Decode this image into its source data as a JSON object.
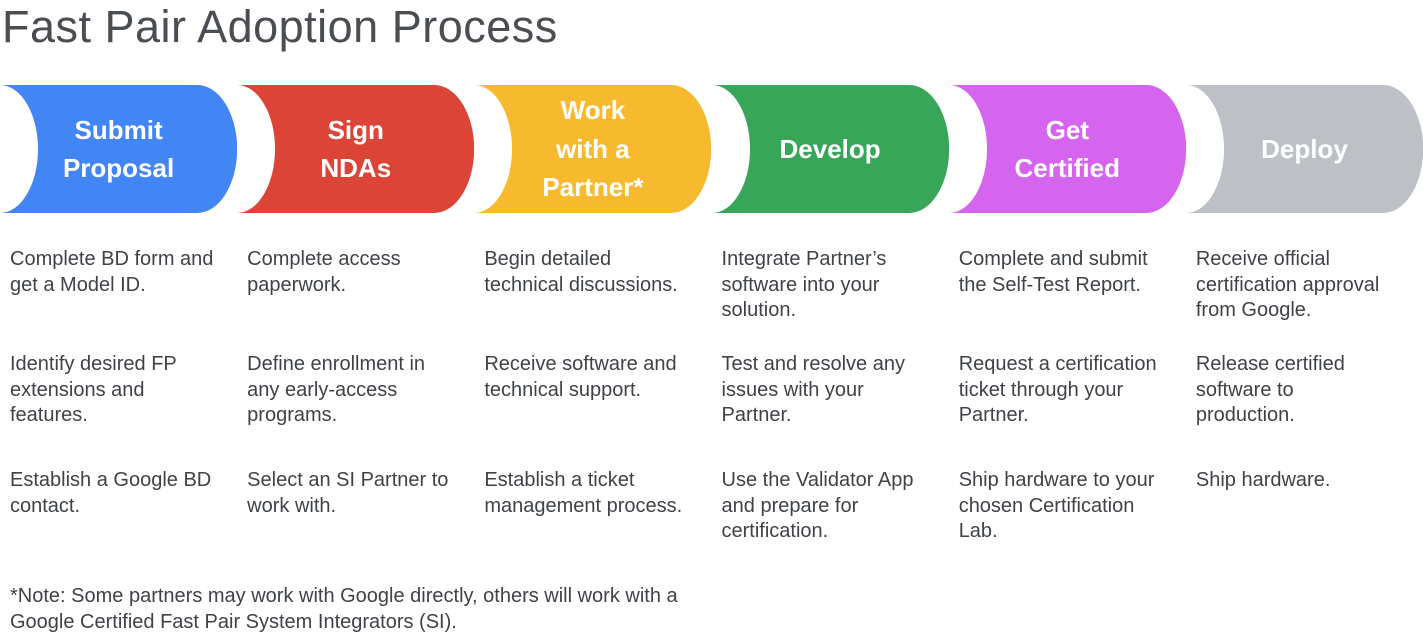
{
  "title": "Fast Pair Adoption Process",
  "stages": [
    {
      "label": "Submit\nProposal",
      "color": "#4285F4",
      "steps": [
        "Complete BD form and\nget a Model ID.",
        "Identify desired FP\nextensions and\nfeatures.",
        "Establish a Google BD\ncontact."
      ]
    },
    {
      "label": "Sign\nNDAs",
      "color": "#DC4437",
      "steps": [
        "Complete access\npaperwork.",
        "Define enrollment in\nany early-access\nprograms.",
        "Select an SI Partner to\nwork with."
      ]
    },
    {
      "label": "Work\nwith a\nPartner*",
      "color": "#F7B92E",
      "steps": [
        "Begin detailed\ntechnical discussions.",
        "Receive software and\ntechnical support.",
        "Establish a ticket\nmanagement process."
      ]
    },
    {
      "label": "Develop",
      "color": "#37A659",
      "steps": [
        "Integrate Partner’s\nsoftware into your\nsolution.",
        "Test and resolve any\nissues with your\nPartner.",
        "Use the Validator App\nand prepare for\ncertification."
      ]
    },
    {
      "label": "Get\nCertified",
      "color": "#D564EE",
      "steps": [
        "Complete and submit\nthe Self-Test Report.",
        "Request a certification\nticket through your\nPartner.",
        "Ship hardware to your\nchosen Certification\nLab."
      ]
    },
    {
      "label": "Deploy",
      "color": "#BDC1C6",
      "steps": [
        "Receive official\ncertification approval\nfrom Google.",
        "Release certified\nsoftware to\nproduction.",
        "Ship hardware."
      ]
    }
  ],
  "note": "*Note: Some partners may work with Google directly, others will work with a\nGoogle Certified Fast Pair System Integrators (SI)."
}
